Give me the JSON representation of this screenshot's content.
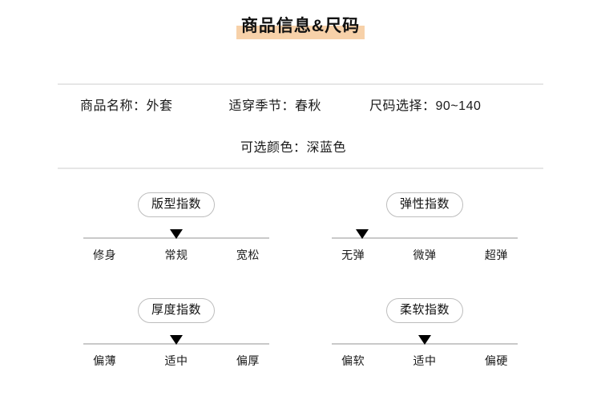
{
  "header": {
    "title": "商品信息&尺码",
    "highlight_color": "#F7D1A9"
  },
  "info": {
    "row1": [
      {
        "label": "商品名称：",
        "value": "外套",
        "text": "商品名称：外套"
      },
      {
        "label": "适穿季节：",
        "value": "春秋",
        "text": "适穿季节：春秋"
      },
      {
        "label": "尺码选择：",
        "value": "90~140",
        "text": "尺码选择：90~140"
      }
    ],
    "row2": [
      {
        "label": "可选颜色：",
        "value": "深蓝色",
        "text": "可选颜色：深蓝色"
      }
    ]
  },
  "indices": [
    {
      "name": "版型指数",
      "labels": [
        "修身",
        "常规",
        "宽松"
      ],
      "selected_index": 1,
      "selected_label": "常规"
    },
    {
      "name": "弹性指数",
      "labels": [
        "无弹",
        "微弹",
        "超弹"
      ],
      "selected_index": 0,
      "selected_label": "无弹"
    },
    {
      "name": "厚度指数",
      "labels": [
        "偏薄",
        "适中",
        "偏厚"
      ],
      "selected_index": 1,
      "selected_label": "适中"
    },
    {
      "name": "柔软指数",
      "labels": [
        "偏软",
        "适中",
        "偏硬"
      ],
      "selected_index": 1,
      "selected_label": "适中"
    }
  ]
}
